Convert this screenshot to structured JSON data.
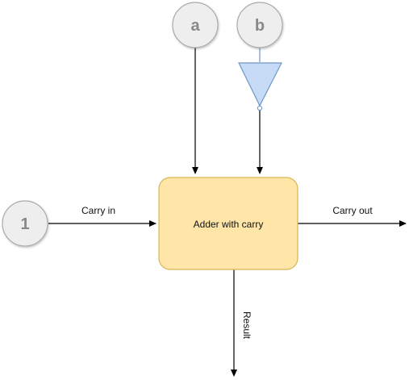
{
  "diagram": {
    "inputs": {
      "a": "a",
      "b": "b",
      "one": "1"
    },
    "adder": {
      "label": "Adder with carry"
    },
    "edges": {
      "carry_in": "Carry in",
      "carry_out": "Carry out",
      "result": "Result"
    }
  },
  "colors": {
    "input_fill": "#eeeeee",
    "input_stroke": "#aaaaaa",
    "adder_fill": "#ffe6a8",
    "adder_stroke": "#d6b656",
    "inverter_fill": "#c7dbf7",
    "inverter_stroke": "#6d97c9",
    "edge": "#000000"
  },
  "icons": {
    "inverter": "not-gate-icon"
  }
}
